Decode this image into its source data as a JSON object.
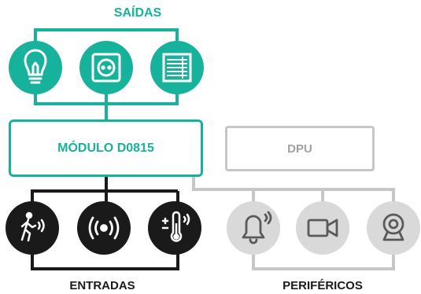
{
  "colors": {
    "teal": "#17b29c",
    "black": "#1a1a1a",
    "gray": "#c6c6c6",
    "gray_text": "#a0a0a0",
    "icon_gray_fill": "#d9d9d9",
    "icon_gray_stroke": "#5a5a5a"
  },
  "saidas": {
    "title": "SAÍDAS",
    "items": [
      {
        "icon": "light-bulb-icon"
      },
      {
        "icon": "power-outlet-icon"
      },
      {
        "icon": "window-blind-icon"
      }
    ]
  },
  "modulo": {
    "label": "MÓDULO D0815"
  },
  "dpu": {
    "label": "DPU"
  },
  "entradas": {
    "title": "ENTRADAS",
    "items": [
      {
        "icon": "motion-sensor-icon"
      },
      {
        "icon": "wireless-signal-icon"
      },
      {
        "icon": "temperature-sensor-icon"
      }
    ]
  },
  "perifericos": {
    "title": "PERIFÉRICOS",
    "items": [
      {
        "icon": "alarm-bell-icon"
      },
      {
        "icon": "video-camera-icon"
      },
      {
        "icon": "webcam-icon"
      }
    ]
  }
}
